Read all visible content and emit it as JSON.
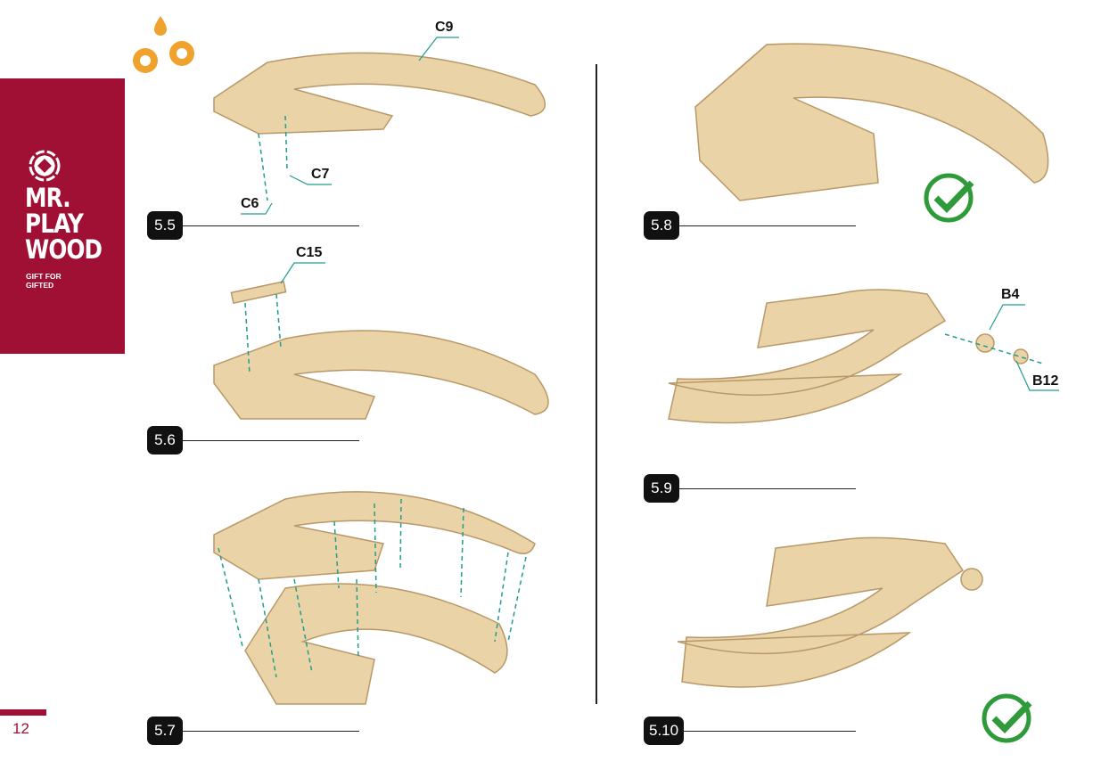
{
  "brand": {
    "line1": "MR.",
    "line2": "PLAY",
    "line3": "WOOD",
    "tagline1": "GIFT FOR",
    "tagline2": "GIFTED"
  },
  "page_number": "12",
  "steps": [
    "5.5",
    "5.6",
    "5.7",
    "5.8",
    "5.9",
    "5.10"
  ],
  "parts": {
    "c9": "C9",
    "c7": "C7",
    "c6": "C6",
    "c15": "C15",
    "b4": "B4",
    "b12": "B12"
  },
  "colors": {
    "brand": "#a01035",
    "wood": "#ead3a6",
    "arrow": "#1f9e8c",
    "check": "#2e9a3a",
    "gear": "#f0a22e"
  }
}
